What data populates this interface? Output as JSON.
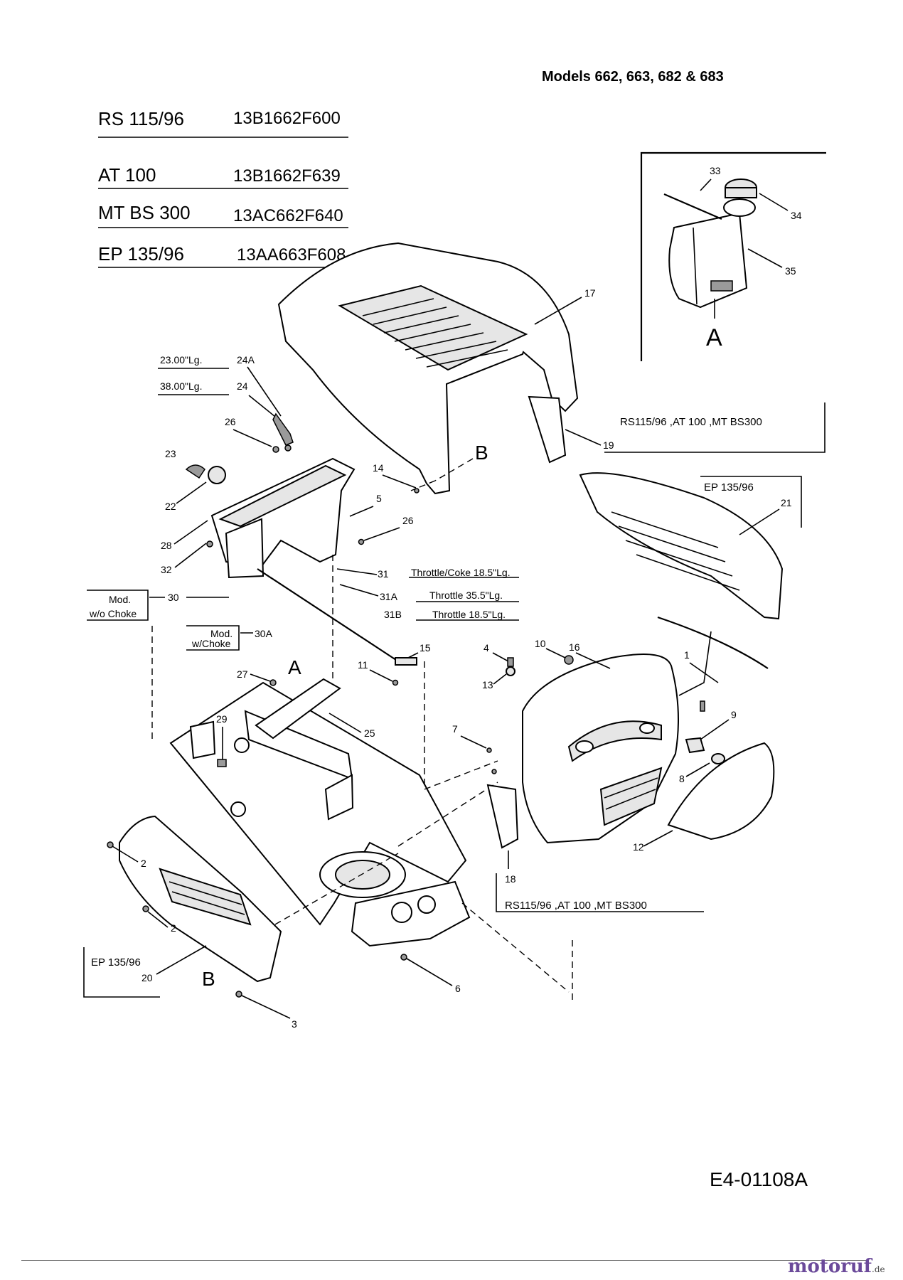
{
  "header": {
    "models_title": "Models 662, 663, 682 & 683"
  },
  "model_table": [
    {
      "model": "RS 115/96",
      "part_no": "13B1662F600"
    },
    {
      "model": "AT 100",
      "part_no": "13B1662F639"
    },
    {
      "model": "MT BS 300",
      "part_no": "13AC662F640"
    },
    {
      "model": "EP 135/96",
      "part_no": "13AA663F608"
    }
  ],
  "callouts": {
    "c1": "1",
    "c2a": "2",
    "c2b": "2",
    "c3": "3",
    "c4": "4",
    "c5": "5",
    "c6": "6",
    "c7": "7",
    "c8": "8",
    "c9": "9",
    "c10": "10",
    "c11": "11",
    "c12": "12",
    "c13": "13",
    "c14": "14",
    "c15": "15",
    "c16": "16",
    "c17": "17",
    "c18": "18",
    "c19": "19",
    "c20": "20",
    "c21": "21",
    "c22": "22",
    "c23": "23",
    "c24": "24",
    "c24a": "24A",
    "c25": "25",
    "c26a": "26",
    "c26b": "26",
    "c27": "27",
    "c28": "28",
    "c29": "29",
    "c30": "30",
    "c30a": "30A",
    "c31": "31",
    "c31a": "31A",
    "c31b": "31B",
    "c32": "32",
    "c33": "33",
    "c34": "34",
    "c35": "35"
  },
  "notes": {
    "len_23": "23.00\"Lg.",
    "len_38": "38.00\"Lg.",
    "throttle_choke": "Throttle/Coke 18.5\"Lg.",
    "throttle_355": "Throttle 35.5\"Lg.",
    "throttle_185": "Throttle 18.5\"Lg.",
    "mod": "Mod.",
    "wo_choke": "w/o Choke",
    "w_choke": "w/Choke",
    "variant_rs_top": "RS115/96 ,AT 100 ,MT BS300",
    "variant_rs_bottom": "RS115/96 ,AT 100 ,MT BS300",
    "variant_ep_top": "EP 135/96",
    "variant_ep_bottom": "EP 135/96"
  },
  "refs": {
    "A_inset": "A",
    "A_main": "A",
    "B_hood": "B",
    "B_bottom": "B"
  },
  "drawing_no": "E4-01108A",
  "brand": {
    "name": "motoruf",
    "tld": ".de"
  }
}
